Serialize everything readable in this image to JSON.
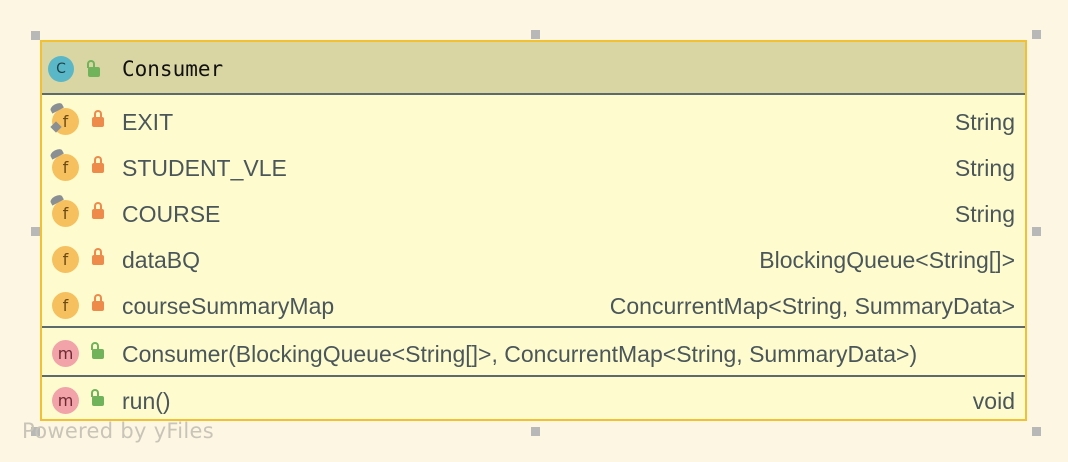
{
  "diagram": {
    "class": {
      "kind_icon": "C",
      "name": "Consumer",
      "visibility": "public"
    },
    "fields": [
      {
        "icon": "f",
        "modifiers": [
          "final",
          "static"
        ],
        "visibility": "private",
        "name": "EXIT",
        "type": "String"
      },
      {
        "icon": "f",
        "modifiers": [
          "final"
        ],
        "visibility": "private",
        "name": "STUDENT_VLE",
        "type": "String"
      },
      {
        "icon": "f",
        "modifiers": [
          "final"
        ],
        "visibility": "private",
        "name": "COURSE",
        "type": "String"
      },
      {
        "icon": "f",
        "modifiers": [],
        "visibility": "private",
        "name": "dataBQ",
        "type": "BlockingQueue<String[]>"
      },
      {
        "icon": "f",
        "modifiers": [],
        "visibility": "private",
        "name": "courseSummaryMap",
        "type": "ConcurrentMap<String, SummaryData>"
      }
    ],
    "constructors": [
      {
        "icon": "m",
        "visibility": "public",
        "signature": "Consumer(BlockingQueue<String[]>, ConcurrentMap<String, SummaryData>)"
      }
    ],
    "methods": [
      {
        "icon": "m",
        "visibility": "public",
        "name": "run()",
        "type": "void"
      }
    ]
  },
  "watermark": "Powered by yFiles",
  "colors": {
    "background": "#fdf6e3",
    "box_border": "#f2c033",
    "box_fill": "#fefccf",
    "header_fill": "#d9d6a3",
    "field_badge": "#f6c05e",
    "method_badge": "#f2a3a9",
    "class_badge": "#5ab7c7",
    "private_lock": "#ee8a4a",
    "public_lock": "#71b35a"
  }
}
